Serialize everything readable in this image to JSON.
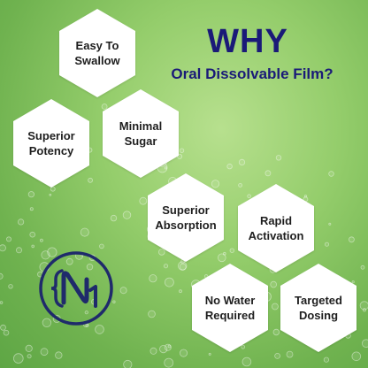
{
  "heading": {
    "title": "WHY",
    "subtitle": "Oral Dissolvable Film?"
  },
  "benefits": [
    {
      "label": "Easy To\nSwallow"
    },
    {
      "label": "Superior\nPotency"
    },
    {
      "label": "Minimal\nSugar"
    },
    {
      "label": "Superior\nAbsorption"
    },
    {
      "label": "Rapid\nActivation"
    },
    {
      "label": "No Water\nRequired"
    },
    {
      "label": "Targeted\nDosing"
    }
  ],
  "logo": {
    "icon": "n1-brand-logo-icon",
    "color": "#1f2a6b"
  },
  "colors": {
    "background": "#8fca66",
    "hexagon": "#ffffff",
    "heading": "#1a1a78"
  }
}
